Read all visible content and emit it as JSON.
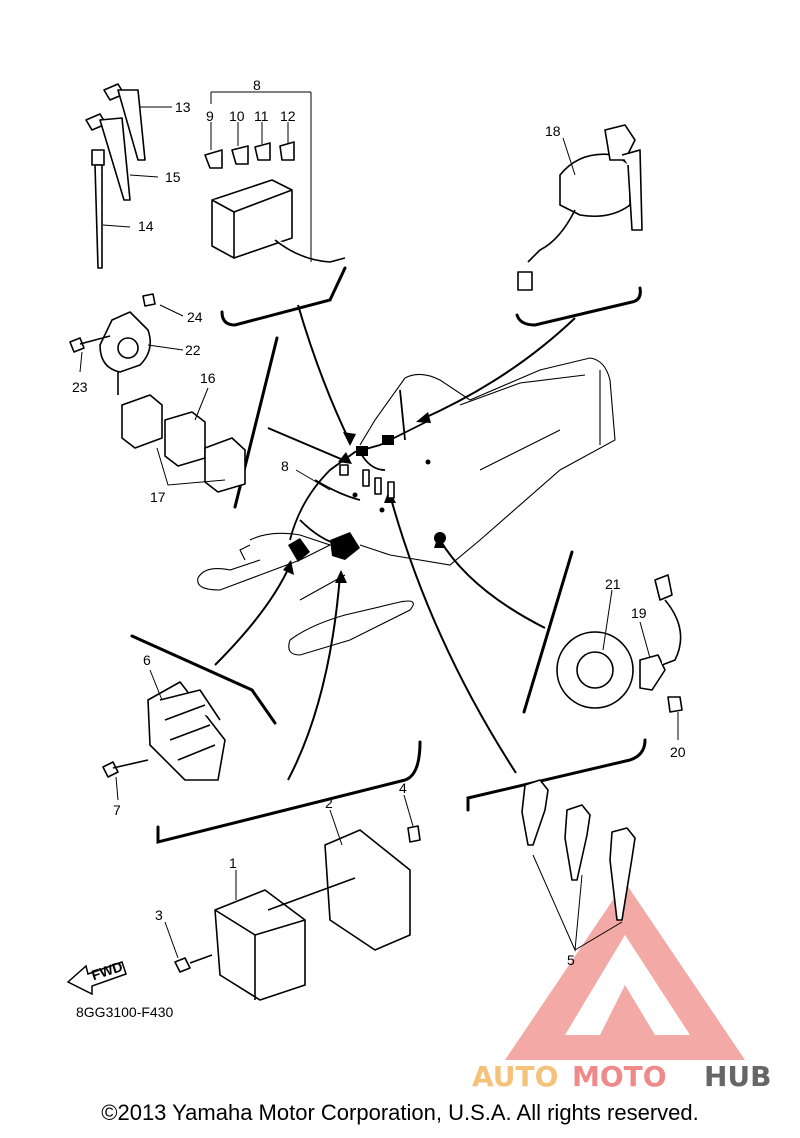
{
  "diagram": {
    "code": "8GG3100-F430",
    "fwd_label": "FWD",
    "callouts": [
      "1",
      "2",
      "3",
      "4",
      "5",
      "6",
      "7",
      "8",
      "9",
      "10",
      "11",
      "12",
      "13",
      "14",
      "15",
      "16",
      "17",
      "18",
      "19",
      "20",
      "21",
      "22",
      "23",
      "24"
    ],
    "center_callout": "8"
  },
  "watermark": {
    "brand_part1": "AUTO",
    "brand_part2": "MOTO",
    "brand_part3": "HUB",
    "colors": {
      "auto": "#f5c27a",
      "moto": "#f08a8a",
      "hub": "#666666",
      "logo": "#ef8d87"
    }
  },
  "footer": {
    "copyright": "©2013 Yamaha Motor Corporation, U.S.A. All rights reserved."
  }
}
